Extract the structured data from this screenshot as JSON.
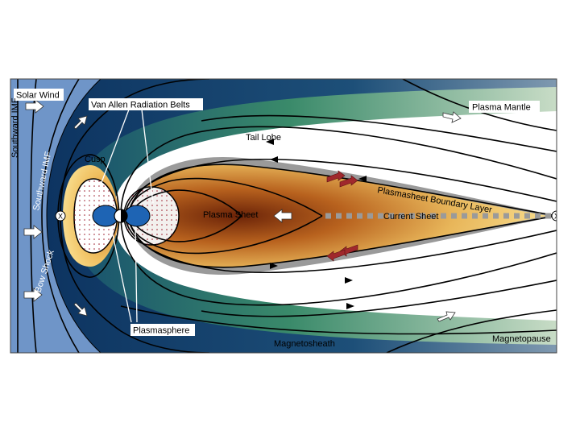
{
  "labels": {
    "solar_wind": "Solar Wind",
    "van_allen": "Van Allen Radiation Belts",
    "plasma_mantle": "Plasma Mantle",
    "tail_lobe": "Tail Lobe",
    "cusp": "Cusp",
    "southward_imf_outer": "Southward IMF",
    "southward_imf_inner": "Southward IMF",
    "plasmasheet_boundary_layer": "Plasmasheet Boundary Layer",
    "plasma_sheet": "Plasma   Sheet",
    "current_sheet": "Current Sheet",
    "bow_shock": "Bow Shock",
    "plasmasphere": "Plasmasphere",
    "magnetosheath": "Magnetosheath",
    "magnetopause": "Magnetopause",
    "x_point_left": "X",
    "x_point_right": "X"
  },
  "colors": {
    "solar_wind_region": "#6f95c8",
    "magnetosheath_dark": "#0f3a66",
    "magnetosheath_mid": "#1f5a7a",
    "mantle_green": "#2f7a5a",
    "lobe_white": "#ffffff",
    "boundary_gray": "#9a9a9a",
    "plasma_sheet_light": "#f8dc8c",
    "plasma_sheet_dark": "#7a2e0c",
    "earth_blue": "#1e64b4",
    "arrow_red": "#a0282d"
  }
}
